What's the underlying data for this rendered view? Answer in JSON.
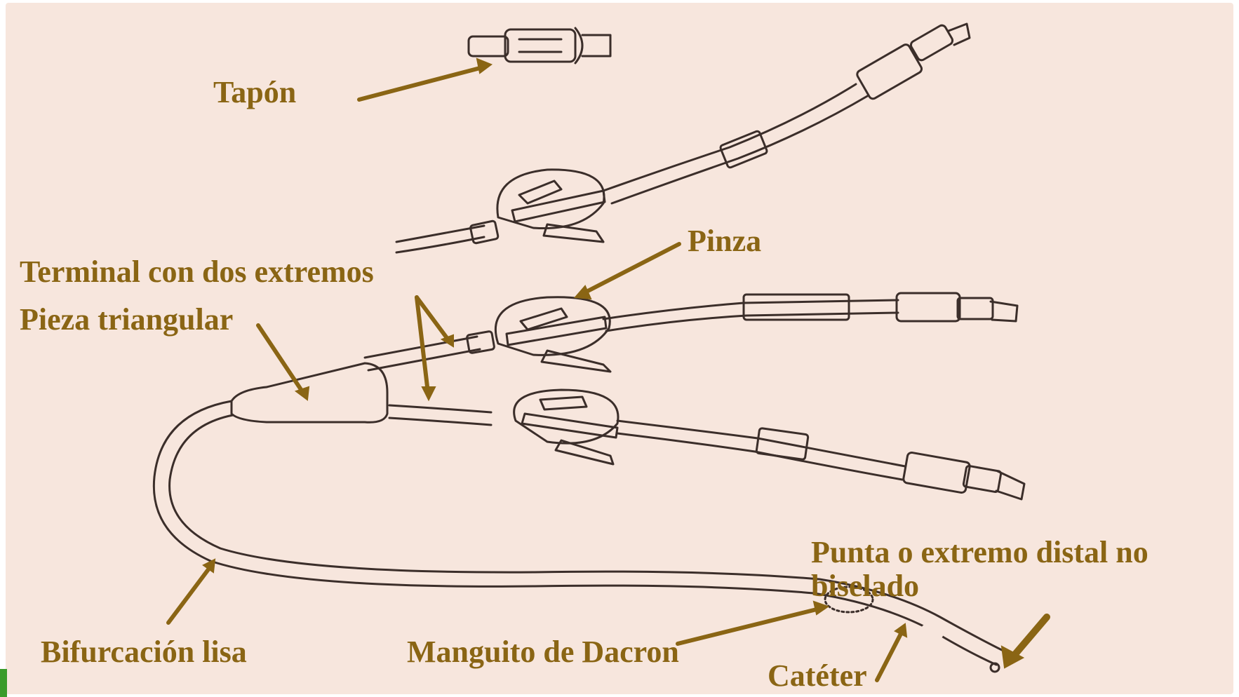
{
  "colors": {
    "paper": "#f7e6dd",
    "drawing_line": "#3b2e2a",
    "label_text": "#8a6514",
    "arrow": "#8a6514",
    "corner_accent": "#3a9b2a"
  },
  "labels": {
    "tapon": "Tapón",
    "pinza": "Pinza",
    "terminal": "Terminal con dos extremos",
    "pieza": "Pieza triangular",
    "bifurcacion": "Bifurcación lisa",
    "manguito": "Manguito de Dacron",
    "cateter": "Catéter",
    "punta": "Punta o extremo distal no biselado"
  }
}
